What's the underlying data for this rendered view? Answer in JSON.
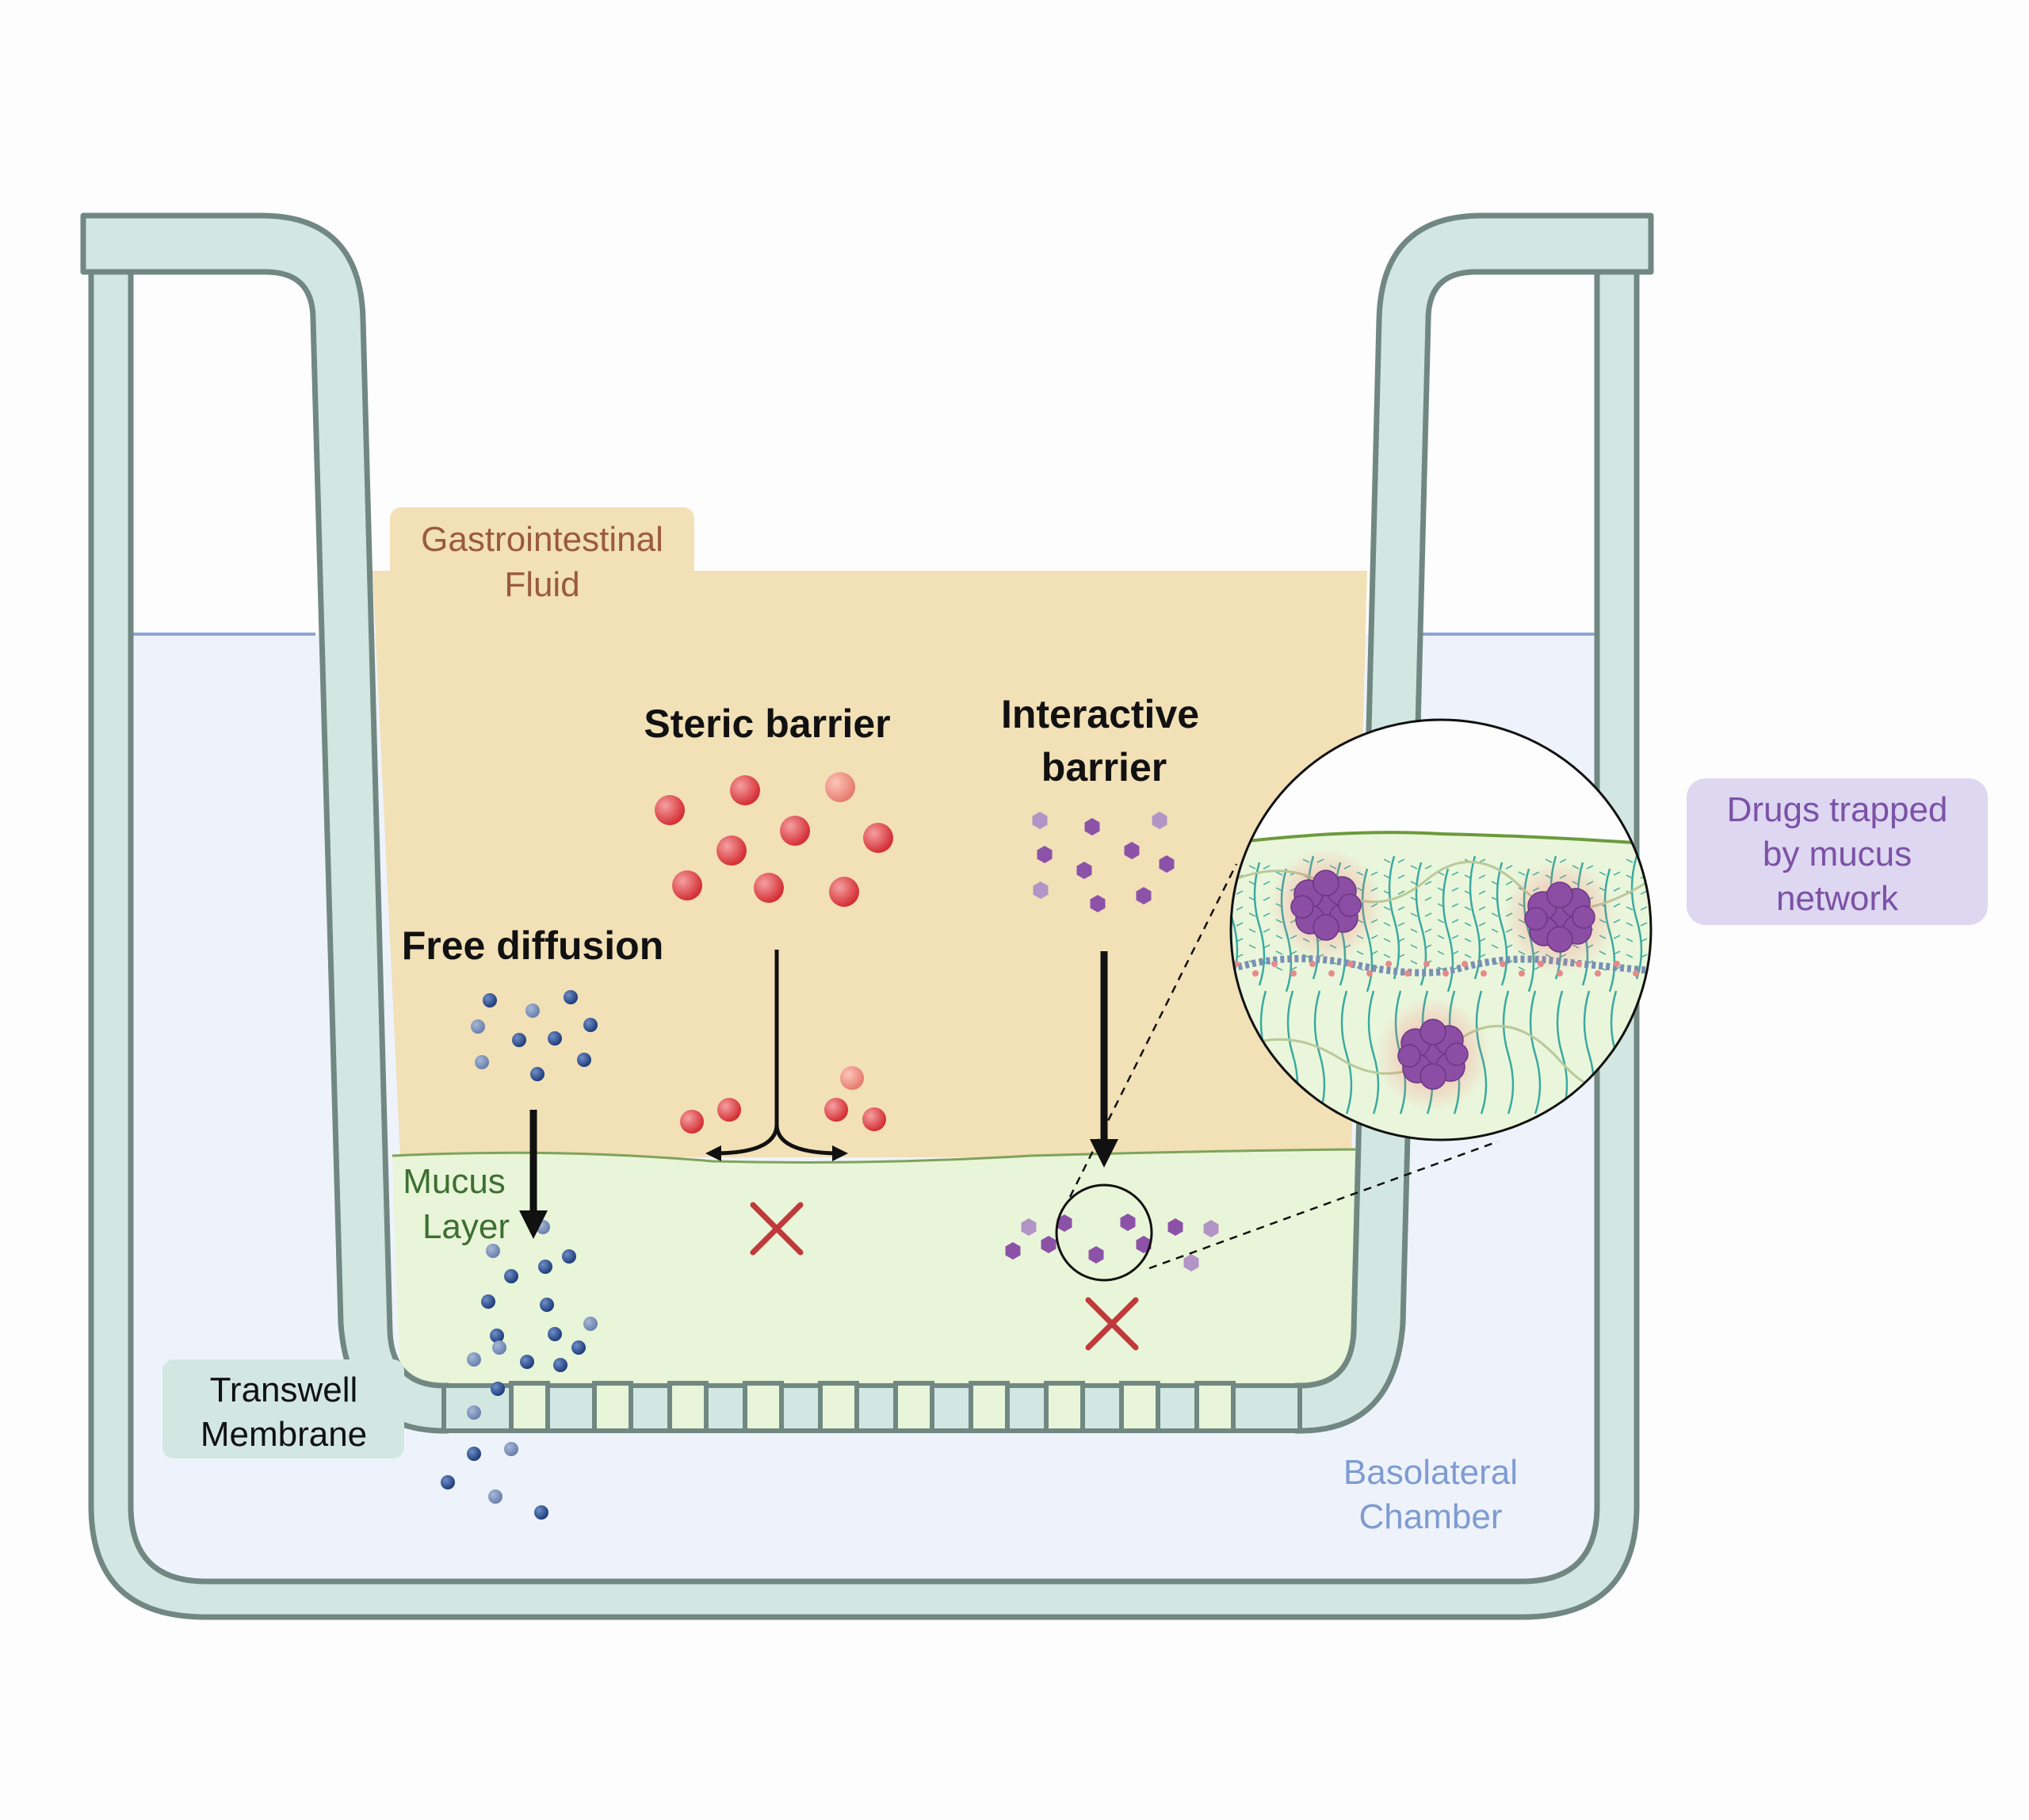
{
  "labels": {
    "gi_fluid": [
      "Gastrointestinal",
      "Fluid"
    ],
    "steric": "Steric barrier",
    "interactive": [
      "Interactive",
      "barrier"
    ],
    "free_diffusion": "Free diffusion",
    "mucus_layer": [
      "Mucus",
      "Layer"
    ],
    "transwell": [
      "Transwell",
      "Membrane"
    ],
    "basolateral": [
      "Basolateral",
      "Chamber"
    ],
    "trapped": [
      "Drugs trapped",
      "by mucus",
      "network"
    ]
  },
  "colors": {
    "wall_fill": "#d3e7e2",
    "wall_stroke": "#718882",
    "gi_fluid": "#f2e0b7",
    "gi_label": "#9a5a3e",
    "mucus": "#e9f5d8",
    "mucus_label": "#3d6f33",
    "basolateral": "#eef3fb",
    "basolateral_label": "#7f9bd1",
    "blue_particle": "#2c4a8a",
    "red_particle": "#d94045",
    "purple_particle": "#8c52a8",
    "cross": "#c0393b",
    "trapped_box": "#ddd7f1",
    "trapped_text": "#7c51a6"
  },
  "icons": {
    "blocked": "cross-icon",
    "direction": "arrow-icon"
  }
}
